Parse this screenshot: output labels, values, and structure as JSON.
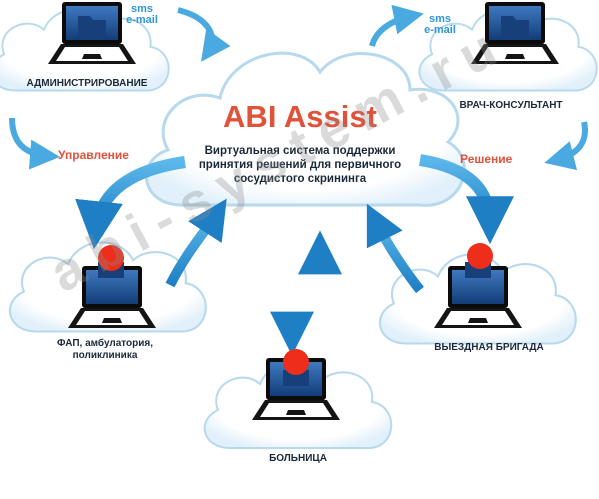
{
  "title": "ABI Assist",
  "subtitle": "Виртуальная система поддержки принятия решений для первичного сосудистого скрининга",
  "nodes": {
    "admin": "АДМИНИСТРИРОВАНИЕ",
    "consultant": "ВРАЧ-КОНСУЛЬТАНТ",
    "fap": "ФАП, амбулатория, поликлиника",
    "brigade": "ВЫЕЗДНАЯ БРИГАДА",
    "hospital": "БОЛЬНИЦА"
  },
  "notify_left": {
    "line1": "sms",
    "line2": "e-mail"
  },
  "notify_right": {
    "line1": "sms",
    "line2": "e-mail"
  },
  "flow_left": "Управление",
  "flow_right": "Решение",
  "watermark": "abi-system.ru",
  "colors": {
    "brand_red": "#e0523a",
    "arrow_blue": "#2f97d6",
    "screen_blue": "#1f4f93",
    "cloud_edge": "#b6d9ee",
    "status_dot": "#ee2d1a"
  },
  "icons": [
    "folder-icon",
    "status-dot-icon",
    "laptop-icon",
    "cloud-icon"
  ]
}
